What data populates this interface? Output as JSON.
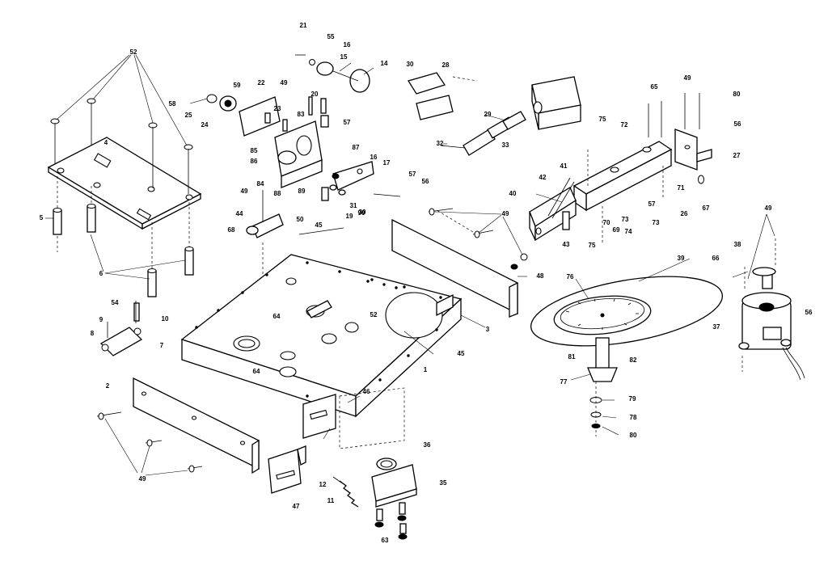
{
  "part_labels": {
    "p1": "1",
    "p2": "2",
    "p3": "3",
    "p4": "4",
    "p5": "5",
    "p6": "6",
    "p7": "7",
    "p8": "8",
    "p9": "9",
    "p10": "10",
    "p11": "11",
    "p12": "12",
    "p14": "14",
    "p15": "15",
    "p16a": "16",
    "p16b": "16",
    "p17": "17",
    "p19": "19",
    "p20": "20",
    "p21": "21",
    "p22": "22",
    "p23": "23",
    "p24": "24",
    "p25": "25",
    "p26": "26",
    "p27": "27",
    "p28": "28",
    "p29": "29",
    "p30a": "30",
    "p30b": "30",
    "p31": "31",
    "p32": "32",
    "p33": "33",
    "p35": "35",
    "p36": "36",
    "p37": "37",
    "p38": "38",
    "p39": "39",
    "p40": "40",
    "p41": "41",
    "p42": "42",
    "p43": "43",
    "p44": "44",
    "p45a": "45",
    "p45b": "45",
    "p46": "46",
    "p47": "47",
    "p48": "48",
    "p49a": "49",
    "p49b": "49",
    "p49c": "49",
    "p49d": "49",
    "p49e": "49",
    "p49f": "49",
    "p50": "50",
    "p52a": "52",
    "p52b": "52",
    "p54": "54",
    "p55": "55",
    "p56a": "56",
    "p56b": "56",
    "p56c": "56",
    "p57a": "57",
    "p57b": "57",
    "p57c": "57",
    "p58": "58",
    "p59": "59",
    "p63": "63",
    "p64a": "64",
    "p64b": "64",
    "p65": "65",
    "p66": "66",
    "p67": "67",
    "p68": "68",
    "p69": "69",
    "p70": "70",
    "p71": "71",
    "p72": "72",
    "p73a": "73",
    "p73b": "73",
    "p74": "74",
    "p75a": "75",
    "p75b": "75",
    "p76": "76",
    "p77": "77",
    "p78": "78",
    "p79": "79",
    "p80a": "80",
    "p80b": "80",
    "p81": "81",
    "p82": "82",
    "p83": "83",
    "p84": "84",
    "p85": "85",
    "p86": "86",
    "p87": "87",
    "p88": "88",
    "p89": "89",
    "p90": "90"
  },
  "colors": {
    "ink": "#000000",
    "paper": "#ffffff"
  }
}
